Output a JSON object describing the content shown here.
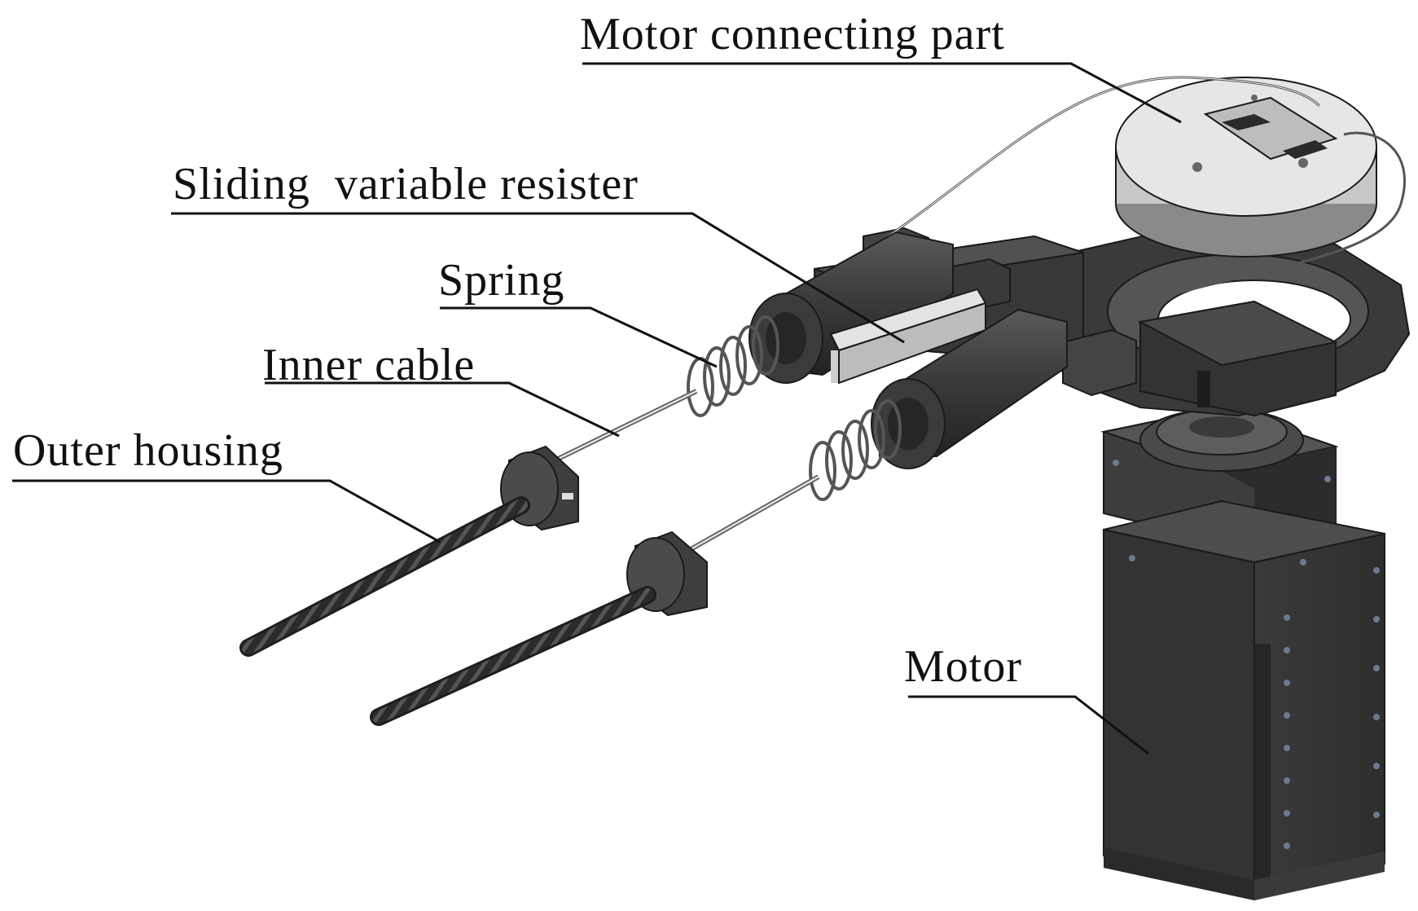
{
  "labels": {
    "motor_connecting_part": "Motor connecting part",
    "sliding_variable_resister": "Sliding  variable resister",
    "spring": "Spring",
    "inner_cable": "Inner cable",
    "outer_housing": "Outer housing",
    "motor": "Motor"
  },
  "colors": {
    "background": "#ffffff",
    "dark_part": "#3a3a3a",
    "darker_part": "#2a2a2a",
    "light_part": "#d4d4d4",
    "leader_line": "#111111"
  }
}
